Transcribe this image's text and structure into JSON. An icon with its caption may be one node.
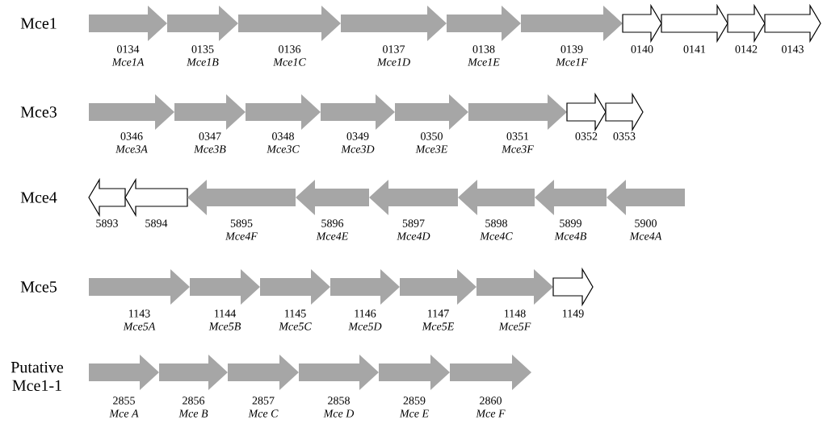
{
  "diagram": {
    "nodes": [
      {
        "text": [
          "0134",
          "Mce1A"
        ]
      },
      {
        "text": [
          "0135",
          "Mce1B"
        ]
      },
      {
        "text": [
          "0136",
          "Mce1C"
        ]
      },
      {
        "text": [
          "0137",
          "Mce1D"
        ]
      },
      {
        "text": [
          "0138",
          "Mce1E"
        ]
      },
      {
        "text": [
          "0139",
          "Mce1F"
        ]
      },
      {
        "text": [
          "0140"
        ]
      },
      {
        "text": [
          "0141"
        ]
      },
      {
        "text": [
          "0142"
        ]
      },
      {
        "text": [
          "0143"
        ]
      },
      {
        "text": [
          "0346",
          "Mce3A"
        ]
      },
      {
        "text": [
          "0347",
          "Mce3B"
        ]
      },
      {
        "text": [
          "0348",
          "Mce3C"
        ]
      },
      {
        "text": [
          "0349",
          "Mce3D"
        ]
      },
      {
        "text": [
          "0350",
          "Mce3E"
        ]
      },
      {
        "text": [
          "0351",
          "Mce3F"
        ]
      },
      {
        "text": [
          "0352"
        ]
      },
      {
        "text": [
          "0353"
        ]
      },
      {
        "text": [
          "5893"
        ]
      },
      {
        "text": [
          "5894"
        ]
      },
      {
        "text": [
          "5895",
          "Mce4F"
        ]
      },
      {
        "text": [
          "5896",
          "Mce4E"
        ]
      },
      {
        "text": [
          "5897",
          "Mce4D"
        ]
      },
      {
        "text": [
          "5898",
          "Mce4C"
        ]
      },
      {
        "text": [
          "5899",
          "Mce4B"
        ]
      },
      {
        "text": [
          "5900",
          "Mce4A"
        ]
      },
      {
        "text": [
          "1143",
          "Mce5A"
        ]
      },
      {
        "text": [
          "1144",
          "Mce5B"
        ]
      },
      {
        "text": [
          "1145",
          "Mce5C"
        ]
      },
      {
        "text": [
          "1146",
          "Mce5D"
        ]
      },
      {
        "text": [
          "1147",
          "Mce5E"
        ]
      },
      {
        "text": [
          "1148",
          "Mce5F"
        ]
      },
      {
        "text": [
          "1149"
        ]
      },
      {
        "text": [
          "2855",
          "Mce A"
        ]
      },
      {
        "text": [
          "2856",
          "Mce B"
        ]
      },
      {
        "text": [
          "2857",
          "Mce C"
        ]
      },
      {
        "text": [
          "2858",
          "Mce D"
        ]
      },
      {
        "text": [
          "2859",
          "Mce E"
        ]
      },
      {
        "text": [
          "2860",
          "Mce F"
        ]
      }
    ],
    "labels": [
      "Mce1",
      "Mce3",
      "Mce4",
      "Mce5",
      "Putative Mce1-1"
    ]
  }
}
